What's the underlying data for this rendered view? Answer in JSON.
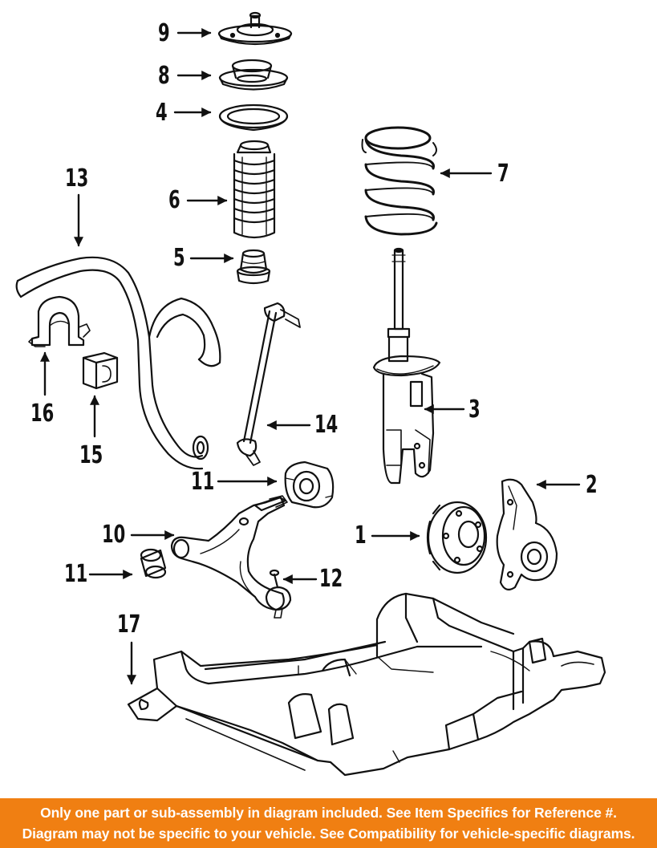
{
  "callouts": {
    "c1": "1",
    "c2": "2",
    "c3": "3",
    "c4": "4",
    "c5": "5",
    "c6": "6",
    "c7": "7",
    "c8": "8",
    "c9": "9",
    "c10": "10",
    "c11a": "11",
    "c11b": "11",
    "c12": "12",
    "c13": "13",
    "c14": "14",
    "c15": "15",
    "c16": "16",
    "c17": "17"
  },
  "banner": {
    "line1": "Only one part or sub-assembly in diagram included. See Item Specifics for Reference #.",
    "line2": "Diagram may not be specific to your vehicle. See Compatibility for vehicle-specific diagrams.",
    "background": "#f07f12"
  },
  "colors": {
    "line": "#111111",
    "background": "#ffffff"
  }
}
